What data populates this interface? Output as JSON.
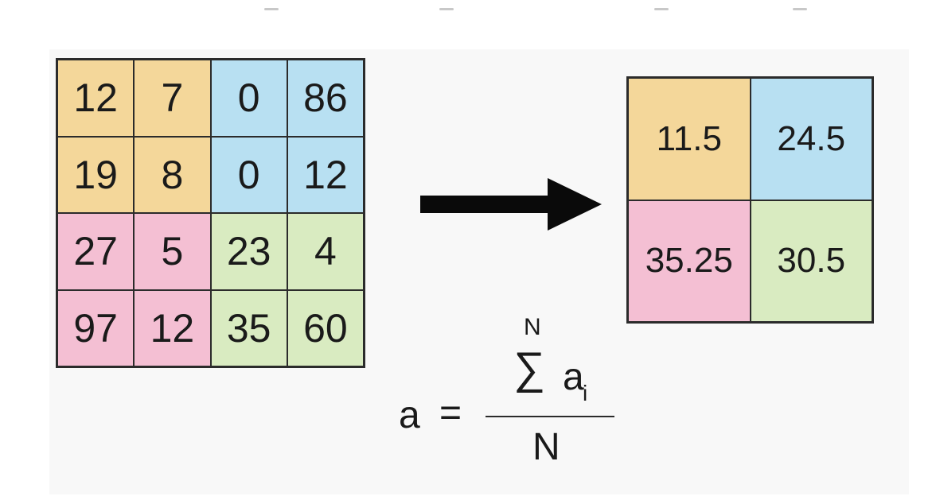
{
  "colors": {
    "orange": "#f4d79a",
    "blue": "#b8e0f2",
    "pink": "#f4bfd3",
    "green": "#d9ebc1",
    "line": "#2b2b2b",
    "arrow": "#0a0a0a"
  },
  "input_grid": {
    "rows": [
      [
        {
          "v": "12",
          "c": "orange"
        },
        {
          "v": "7",
          "c": "orange"
        },
        {
          "v": "0",
          "c": "blue"
        },
        {
          "v": "86",
          "c": "blue"
        }
      ],
      [
        {
          "v": "19",
          "c": "orange"
        },
        {
          "v": "8",
          "c": "orange"
        },
        {
          "v": "0",
          "c": "blue"
        },
        {
          "v": "12",
          "c": "blue"
        }
      ],
      [
        {
          "v": "27",
          "c": "pink"
        },
        {
          "v": "5",
          "c": "pink"
        },
        {
          "v": "23",
          "c": "green"
        },
        {
          "v": "4",
          "c": "green"
        }
      ],
      [
        {
          "v": "97",
          "c": "pink"
        },
        {
          "v": "12",
          "c": "pink"
        },
        {
          "v": "35",
          "c": "green"
        },
        {
          "v": "60",
          "c": "green"
        }
      ]
    ]
  },
  "output_grid": {
    "rows": [
      [
        {
          "v": "11.5",
          "c": "orange"
        },
        {
          "v": "24.5",
          "c": "blue"
        }
      ],
      [
        {
          "v": "35.25",
          "c": "pink"
        },
        {
          "v": "30.5",
          "c": "green"
        }
      ]
    ]
  },
  "formula": {
    "lhs": "a",
    "equals": "=",
    "sum_upper": "N",
    "sigma": "∑",
    "term": "a",
    "subscript": "i",
    "denominator": "N"
  }
}
